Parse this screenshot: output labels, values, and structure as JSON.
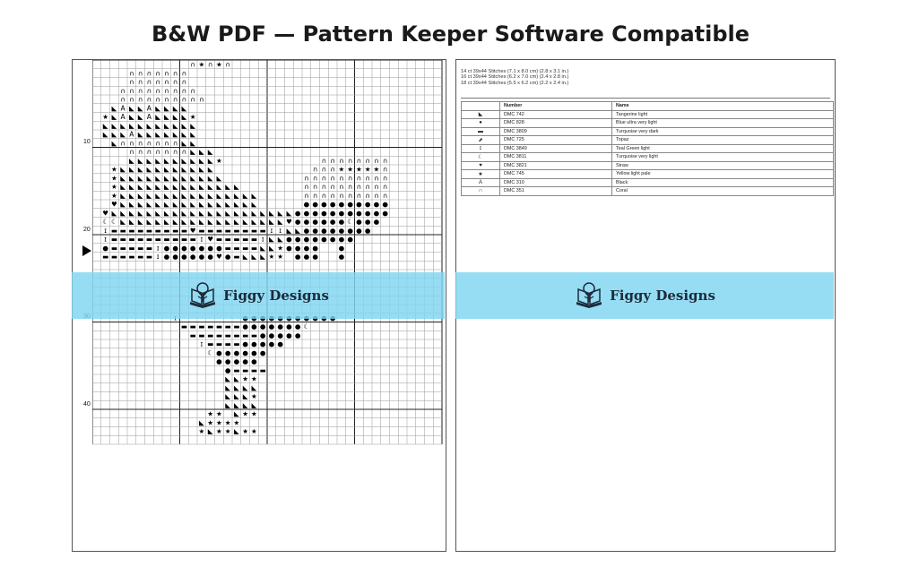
{
  "banner": {
    "title": "B&W PDF — Pattern Keeper Software Compatible"
  },
  "chart": {
    "row_numbers": [
      "10",
      "20",
      "30",
      "40"
    ],
    "rows": [
      "           n*n*n              ",
      "    nnnnnnn                   ",
      "    nnnnnnn                   ",
      "   nnnnnnnnn                  ",
      "   nnnnnnnnnn                 ",
      "  /A//A////                   ",
      " */A//A////*                  ",
      " ///////////                  ",
      " ///A///////                  ",
      "  /nnnnnnn//                  ",
      "    nnnnnnn///                ",
      "    //////////*           nnnnnnnn ",
      "  *///////////           nnn*****n ",
      "  *////////////         nnnnnnnnnn ",
      "  *//////////////       nnnnnnnnnn ",
      "  *////////////////     nnnnnnnnnn ",
      "  H////////////////     OOOOOOOOOO ",
      " H/////////////////////OOOOOOOOOOO ",
      " CC///////////////////HOOOOOOCOOO  ",
      " :=========H========:://OOOOOOOO   ",
      " :==========:H=====://OOOOOOOO     ",
      " O=====:OOOOOOO====//*OOOO  O      ",
      " ======:OOOOOOHO=///** OOO  O      ",
      "                               ",
      "                               ",
      "                               ",
      "                               ",
      "                               ",
      "                               ",
      "         :       OOOOOOOOOOO       ",
      "          =======OOOOOOOC         ",
      "           ========OOOOO          ",
      "            :====OOOOO            ",
      "             COOOOOO              ",
      "              OOOOO               ",
      "               O====              ",
      "               //**               ",
      "               ////               ",
      "               ///*               ",
      "               ////               ",
      "             ** /**               ",
      "            /****                 ",
      "            */**/**                "
    ]
  },
  "stitch_info": {
    "lines": [
      "14 ct 39x44 Stitches (7.1 x 8.0 cm) (2.8 x 3.1 in.)",
      "16 ct 39x44 Stitches (6.2 x 7.0 cm) (2.4 x 2.8 in.)",
      "18 ct 39x44 Stitches (5.5 x 6.2 cm) (2.2 x 2.4 in.)"
    ]
  },
  "key": {
    "headers": {
      "symbol": "",
      "number": "Number",
      "name": "Name"
    },
    "rows": [
      {
        "symbol": "◣",
        "number": "DMC 742",
        "name": "Tangerine light"
      },
      {
        "symbol": "●",
        "number": "DMC 828",
        "name": "Blue ultra very light"
      },
      {
        "symbol": "▬",
        "number": "DMC 3809",
        "name": "Turquoise very dark"
      },
      {
        "symbol": "⬈",
        "number": "DMC 725",
        "name": "Topaz"
      },
      {
        "symbol": "ɪ",
        "number": "DMC 3849",
        "name": "Teal Green light"
      },
      {
        "symbol": "☾",
        "number": "DMC 3811",
        "name": "Turquoise very light"
      },
      {
        "symbol": "♥",
        "number": "DMC 3821",
        "name": "Straw"
      },
      {
        "symbol": "★",
        "number": "DMC 745",
        "name": "Yellow light pale"
      },
      {
        "symbol": "A",
        "number": "DMC 310",
        "name": "Black"
      },
      {
        "symbol": "∩",
        "number": "DMC 351",
        "name": "Coral"
      }
    ]
  },
  "watermark": {
    "brand": "Figgy Designs",
    "color": "#7fd6f2"
  }
}
